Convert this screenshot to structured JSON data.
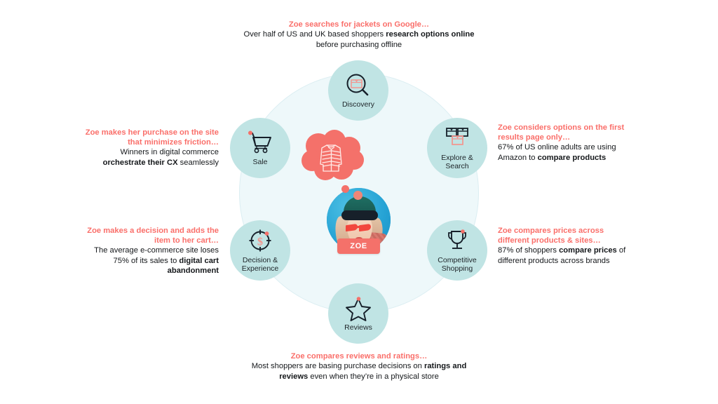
{
  "theme": {
    "accent_coral": "#fa6f6a",
    "node_fill": "#c0e4e4",
    "disc_fill": "#eef8fa",
    "text_dark": "#15181b"
  },
  "center": {
    "persona_name": "ZOE",
    "thought_icon": "puffer-jacket-icon",
    "thought_bubble": "cloud-shape"
  },
  "nodes": [
    {
      "id": "discovery",
      "label": "Discovery",
      "icon": "magnifier-box-icon"
    },
    {
      "id": "explore",
      "label": "Explore &\nSearch",
      "icon": "multiple-boxes-icon"
    },
    {
      "id": "competitive",
      "label": "Competitive\nShopping",
      "icon": "trophy-icon"
    },
    {
      "id": "reviews",
      "label": "Reviews",
      "icon": "star-icon"
    },
    {
      "id": "decision",
      "label": "Decision &\nExperience",
      "icon": "target-dollar-icon"
    },
    {
      "id": "sale",
      "label": "Sale",
      "icon": "shopping-cart-icon"
    }
  ],
  "annotations": {
    "discovery": {
      "headline": "Zoe searches for jackets on Google…",
      "body_parts": [
        {
          "text": "Over half of US and UK based shoppers ",
          "bold": false
        },
        {
          "text": "research options online",
          "bold": true
        },
        {
          "text": " before purchasing offline",
          "bold": false
        }
      ]
    },
    "explore": {
      "headline": "Zoe considers options on the first results page only…",
      "body_parts": [
        {
          "text": "67% of US online adults are using Amazon to ",
          "bold": false
        },
        {
          "text": "compare products",
          "bold": true
        }
      ]
    },
    "competitive": {
      "headline": "Zoe compares prices across different products & sites…",
      "body_parts": [
        {
          "text": "87% of shoppers ",
          "bold": false
        },
        {
          "text": "compare prices",
          "bold": true
        },
        {
          "text": " of different products across brands",
          "bold": false
        }
      ]
    },
    "reviews": {
      "headline": "Zoe compares reviews and ratings…",
      "body_parts": [
        {
          "text": "Most shoppers are basing purchase decisions on ",
          "bold": false
        },
        {
          "text": "ratings and reviews",
          "bold": true
        },
        {
          "text": " even when they’re in a physical store",
          "bold": false
        }
      ]
    },
    "decision": {
      "headline": "Zoe makes a decision and adds the item to her cart…",
      "body_parts": [
        {
          "text": "The average e-commerce site loses 75% of its sales to ",
          "bold": false
        },
        {
          "text": "digital cart abandonment",
          "bold": true
        }
      ]
    },
    "sale": {
      "headline": "Zoe makes her purchase on the site that minimizes friction…",
      "body_parts": [
        {
          "text": "Winners in digital commerce ",
          "bold": false
        },
        {
          "text": "orchestrate their CX",
          "bold": true
        },
        {
          "text": " seamlessly",
          "bold": false
        }
      ]
    }
  }
}
